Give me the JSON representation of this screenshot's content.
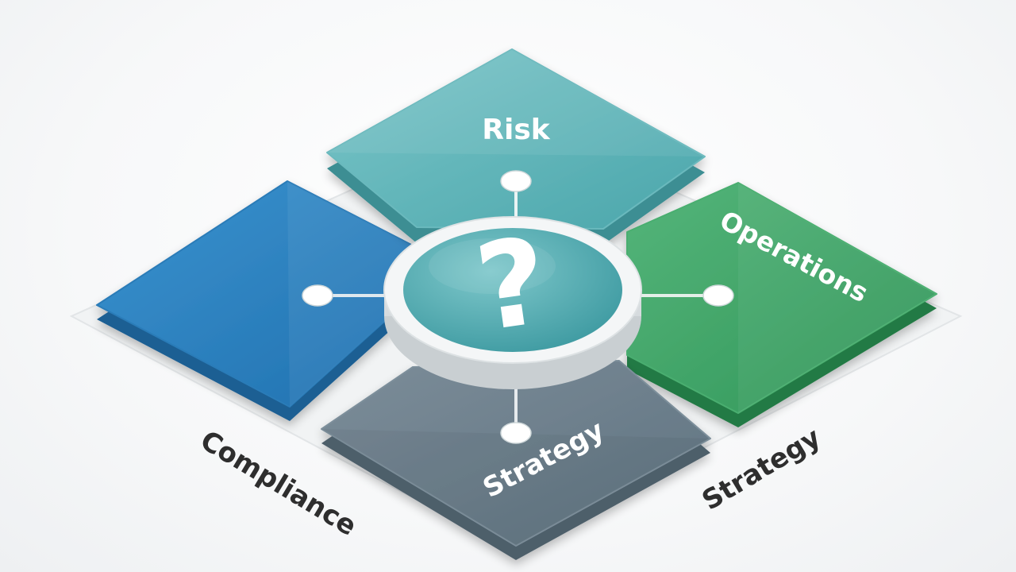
{
  "tiles": {
    "top": {
      "label": "Risk",
      "color": "#5bb3b8"
    },
    "right": {
      "label": "Operations",
      "color": "#3fa266"
    },
    "bottom": {
      "label": "Strategy",
      "color": "#6f8290"
    },
    "left": {
      "label": "",
      "color": "#2d82bf"
    }
  },
  "hub": {
    "symbol": "?",
    "color": "#4aa5ab"
  },
  "floor_labels": {
    "left": "Compliance",
    "right": "Strategy"
  }
}
